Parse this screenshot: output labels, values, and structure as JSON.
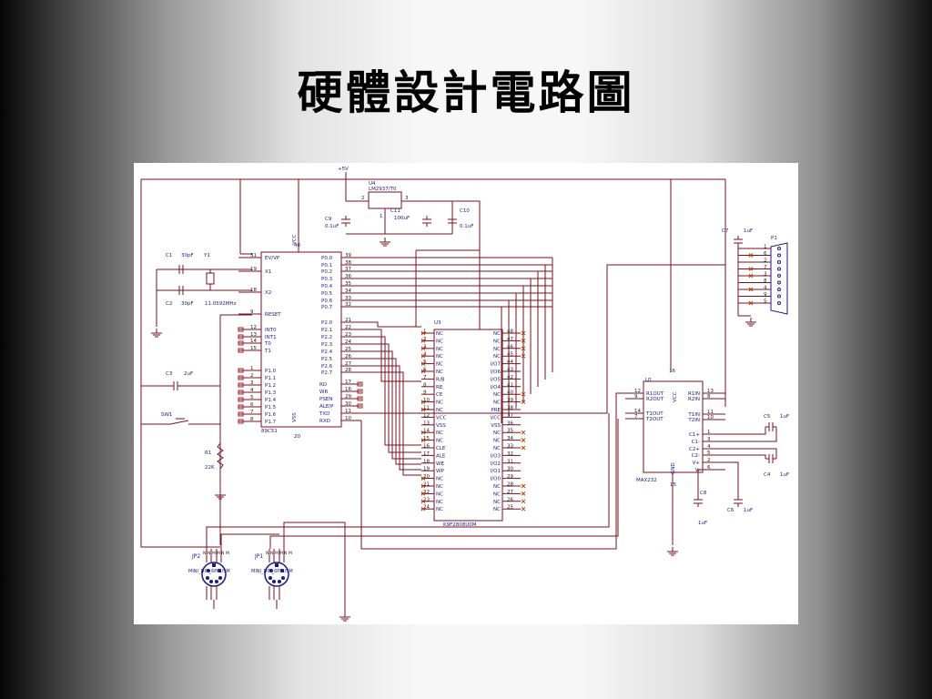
{
  "slide": {
    "title": "硬體設計電路圖"
  },
  "schematic": {
    "colors": {
      "wire": "#7a1020",
      "label": "#1a1a8a",
      "pin": "#a02020",
      "x": "#c04000"
    },
    "supply": "+5V",
    "u4": {
      "ref": "U4",
      "part": "LM2937/T0",
      "pins": [
        "2",
        "3",
        "1"
      ]
    },
    "c9": {
      "ref": "C9",
      "value": "0.1uF"
    },
    "c11": {
      "ref": "C11",
      "value": "100uF"
    },
    "c10": {
      "ref": "C10",
      "value": "0.1uF"
    },
    "c1": {
      "ref": "C1",
      "value": "30pF"
    },
    "c2": {
      "ref": "C2",
      "value": "30pF"
    },
    "y1": {
      "ref": "Y1",
      "value": "11.0592MHz"
    },
    "c3": {
      "ref": "C3",
      "value": "2uF"
    },
    "sw1": {
      "ref": "SW1"
    },
    "r1": {
      "ref": "R1",
      "value": "22K"
    },
    "mcu": {
      "part": "89C51",
      "vcc": "VCC",
      "vss": "VSS",
      "vcc_pin": "40",
      "vss_pin": "20",
      "left": [
        {
          "num": "31",
          "name": "EV/VP"
        },
        {
          "num": "19",
          "name": "X1"
        },
        {
          "num": "18",
          "name": "X2"
        },
        {
          "num": "9",
          "name": "RESET"
        },
        {
          "num": "12",
          "name": "INT0"
        },
        {
          "num": "13",
          "name": "INT1"
        },
        {
          "num": "14",
          "name": "T0"
        },
        {
          "num": "15",
          "name": "T1"
        },
        {
          "num": "1",
          "name": "P1.0"
        },
        {
          "num": "2",
          "name": "P1.1"
        },
        {
          "num": "3",
          "name": "P1.2"
        },
        {
          "num": "4",
          "name": "P1.3"
        },
        {
          "num": "5",
          "name": "P1.4"
        },
        {
          "num": "6",
          "name": "P1.5"
        },
        {
          "num": "7",
          "name": "P1.6"
        },
        {
          "num": "8",
          "name": "P1.7"
        }
      ],
      "right_top": [
        {
          "num": "39",
          "name": "P0.0"
        },
        {
          "num": "38",
          "name": "P0.1"
        },
        {
          "num": "37",
          "name": "P0.2"
        },
        {
          "num": "36",
          "name": "P0.3"
        },
        {
          "num": "35",
          "name": "P0.4"
        },
        {
          "num": "34",
          "name": "P0.5"
        },
        {
          "num": "33",
          "name": "P0.6"
        },
        {
          "num": "32",
          "name": "P0.7"
        }
      ],
      "right_mid": [
        {
          "num": "21",
          "name": "P2.0"
        },
        {
          "num": "22",
          "name": "P2.1"
        },
        {
          "num": "23",
          "name": "P2.2"
        },
        {
          "num": "24",
          "name": "P2.3"
        },
        {
          "num": "25",
          "name": "P2.4"
        },
        {
          "num": "26",
          "name": "P2.5"
        },
        {
          "num": "27",
          "name": "P2.6"
        },
        {
          "num": "28",
          "name": "P2.7"
        }
      ],
      "right_bottom": [
        {
          "num": "17",
          "name": "RD"
        },
        {
          "num": "16",
          "name": "WR"
        },
        {
          "num": "29",
          "name": "PSEN"
        },
        {
          "num": "30",
          "name": "ALE/P"
        },
        {
          "num": "11",
          "name": "TXD"
        },
        {
          "num": "10",
          "name": "RXD"
        }
      ]
    },
    "u3": {
      "ref": "U3",
      "part": "K9F2808U0M",
      "left": [
        {
          "num": "1",
          "name": "NC"
        },
        {
          "num": "2",
          "name": "NC"
        },
        {
          "num": "3",
          "name": "NC"
        },
        {
          "num": "4",
          "name": "NC"
        },
        {
          "num": "5",
          "name": "NC"
        },
        {
          "num": "6",
          "name": "NC"
        },
        {
          "num": "7",
          "name": "R/B"
        },
        {
          "num": "8",
          "name": "RE"
        },
        {
          "num": "9",
          "name": "CE"
        },
        {
          "num": "10",
          "name": "NC"
        },
        {
          "num": "11",
          "name": "NC"
        },
        {
          "num": "12",
          "name": "VCC"
        },
        {
          "num": "13",
          "name": "VSS"
        },
        {
          "num": "14",
          "name": "NC"
        },
        {
          "num": "15",
          "name": "NC"
        },
        {
          "num": "16",
          "name": "CLE"
        },
        {
          "num": "17",
          "name": "ALE"
        },
        {
          "num": "18",
          "name": "WE"
        },
        {
          "num": "19",
          "name": "WP"
        },
        {
          "num": "20",
          "name": "NC"
        },
        {
          "num": "21",
          "name": "NC"
        },
        {
          "num": "22",
          "name": "NC"
        },
        {
          "num": "23",
          "name": "NC"
        },
        {
          "num": "24",
          "name": "NC"
        }
      ],
      "right": [
        {
          "num": "48",
          "name": "NC"
        },
        {
          "num": "47",
          "name": "NC"
        },
        {
          "num": "46",
          "name": "NC"
        },
        {
          "num": "45",
          "name": "NC"
        },
        {
          "num": "44",
          "name": "I/O7"
        },
        {
          "num": "43",
          "name": "I/O6"
        },
        {
          "num": "42",
          "name": "I/O5"
        },
        {
          "num": "41",
          "name": "I/O4"
        },
        {
          "num": "40",
          "name": "NC"
        },
        {
          "num": "39",
          "name": "NC"
        },
        {
          "num": "38",
          "name": "PRE"
        },
        {
          "num": "37",
          "name": "VCC"
        },
        {
          "num": "36",
          "name": "VSS"
        },
        {
          "num": "35",
          "name": "NC"
        },
        {
          "num": "34",
          "name": "NC"
        },
        {
          "num": "33",
          "name": "NC"
        },
        {
          "num": "32",
          "name": "I/O3"
        },
        {
          "num": "31",
          "name": "I/O2"
        },
        {
          "num": "30",
          "name": "I/O1"
        },
        {
          "num": "29",
          "name": "I/O0"
        },
        {
          "num": "28",
          "name": "NC"
        },
        {
          "num": "27",
          "name": "NC"
        },
        {
          "num": "26",
          "name": "NC"
        },
        {
          "num": "25",
          "name": "NC"
        }
      ]
    },
    "u1": {
      "ref": "U1",
      "part": "MAX232",
      "vcc_pin": "16",
      "gnd_pin": "15",
      "vcc": "VCC",
      "gnd": "GND",
      "left": [
        {
          "num": "12",
          "name": "R1OUT"
        },
        {
          "num": "9",
          "name": "R2OUT"
        },
        {
          "num": "14",
          "name": "T1OUT"
        },
        {
          "num": "7",
          "name": "T2OUT"
        }
      ],
      "right": [
        {
          "num": "13",
          "name": "R1IN"
        },
        {
          "num": "8",
          "name": "R2IN"
        },
        {
          "num": "11",
          "name": "T1IN"
        },
        {
          "num": "10",
          "name": "T2IN"
        },
        {
          "num": "1",
          "name": "C1+"
        },
        {
          "num": "3",
          "name": "C1-"
        },
        {
          "num": "4",
          "name": "C2+"
        },
        {
          "num": "5",
          "name": "C2-"
        },
        {
          "num": "2",
          "name": "V+"
        },
        {
          "num": "6",
          "name": "V-"
        }
      ]
    },
    "c7": {
      "ref": "C7",
      "value": "1uF"
    },
    "c5": {
      "ref": "C5",
      "value": "1uF"
    },
    "c4": {
      "ref": "C4",
      "value": "1uF"
    },
    "c8": {
      "ref": "C8",
      "value": "1uF"
    },
    "c6": {
      "ref": "C6",
      "value": "1uF"
    },
    "p1": {
      "ref": "P1",
      "pins": [
        "1",
        "6",
        "2",
        "7",
        "3",
        "8",
        "4",
        "9",
        "5"
      ]
    },
    "jp2": {
      "ref": "JP2",
      "part": "MINI_DIN_6PIN/SM",
      "pins": [
        "N",
        "N",
        "M",
        "M",
        "N",
        "M"
      ]
    },
    "jp1": {
      "ref": "JP1",
      "part": "MINI_DIN_6PIN/SM",
      "pins": [
        "N",
        "N",
        "M",
        "M",
        "N",
        "M"
      ]
    }
  }
}
